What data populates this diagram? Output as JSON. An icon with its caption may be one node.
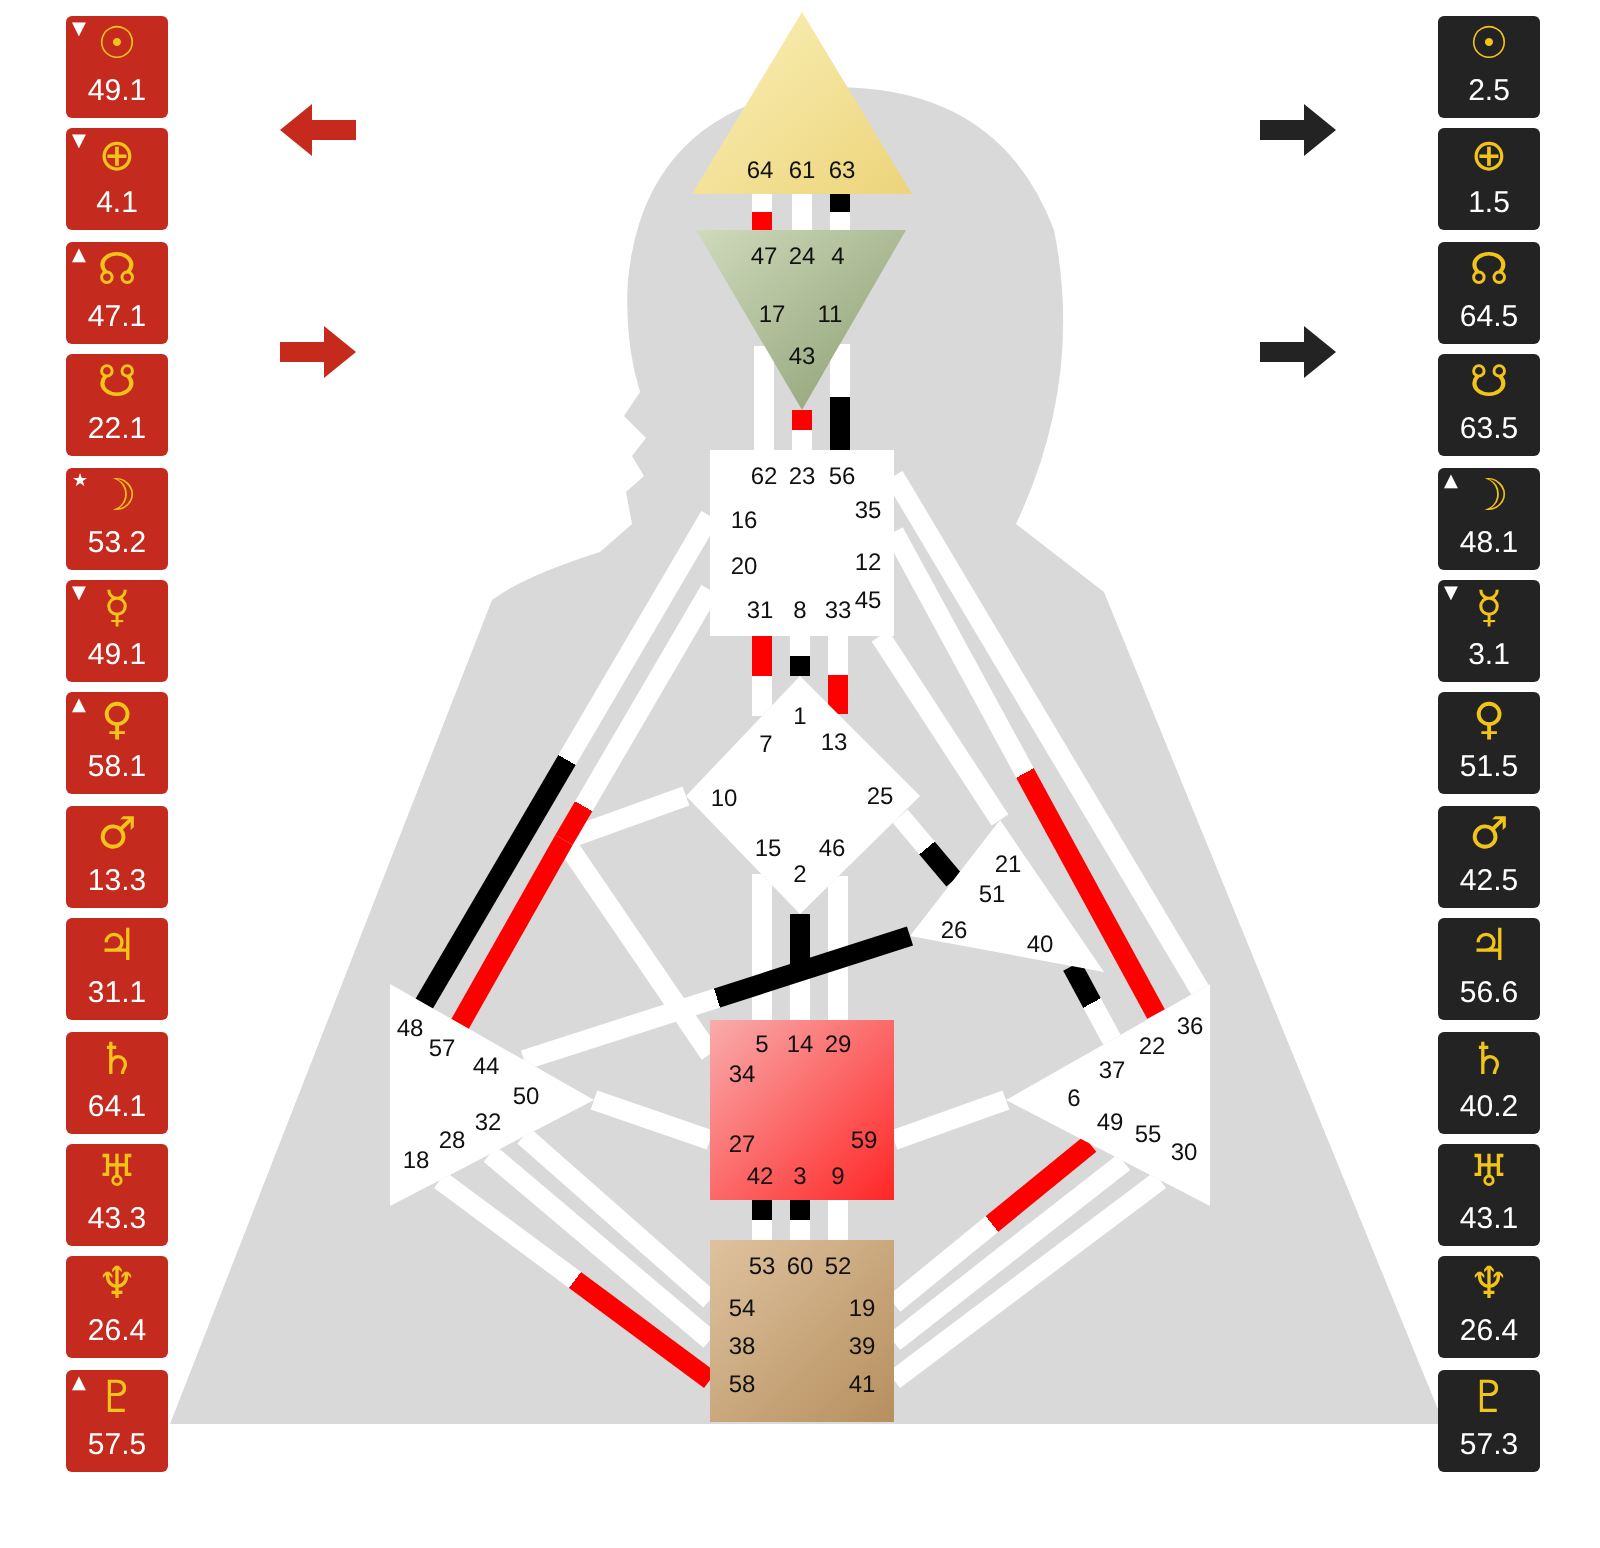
{
  "diagram": {
    "nodes": [
      {
        "text": [
          "▼",
          "☉",
          "49.1"
        ]
      },
      {
        "text": [
          "▼",
          "⊕",
          "4.1"
        ]
      },
      {
        "text": [
          "▲",
          "☊",
          "47.1"
        ]
      },
      {
        "text": [
          "☋",
          "22.1"
        ]
      },
      {
        "text": [
          "★",
          "☽",
          "53.2"
        ]
      },
      {
        "text": [
          "▼",
          "☿",
          "49.1"
        ]
      },
      {
        "text": [
          "▲",
          "♀",
          "58.1"
        ]
      },
      {
        "text": [
          "♂",
          "13.3"
        ]
      },
      {
        "text": [
          "♃",
          "31.1"
        ]
      },
      {
        "text": [
          "♄",
          "64.1"
        ]
      },
      {
        "text": [
          "♅",
          "43.3"
        ]
      },
      {
        "text": [
          "♆",
          "26.4"
        ]
      },
      {
        "text": [
          "▲",
          "♇",
          "57.5"
        ]
      },
      {
        "text": [
          "64",
          "61",
          "63"
        ]
      },
      {
        "text": [
          "47",
          "24",
          "4",
          "17",
          "11",
          "43"
        ]
      },
      {
        "text": [
          "62",
          "23",
          "56",
          "16",
          "35",
          "20",
          "12",
          "45",
          "31",
          "8",
          "33"
        ]
      },
      {
        "text": [
          "1",
          "7",
          "13",
          "10",
          "25",
          "15",
          "46",
          "2"
        ]
      },
      {
        "text": [
          "21",
          "51",
          "26",
          "40"
        ]
      },
      {
        "text": [
          "48",
          "57",
          "44",
          "50",
          "32",
          "28",
          "18"
        ]
      },
      {
        "text": [
          "36",
          "22",
          "37",
          "6",
          "49",
          "55",
          "30"
        ]
      },
      {
        "text": [
          "5",
          "14",
          "29",
          "34",
          "27",
          "59",
          "42",
          "3",
          "9"
        ]
      },
      {
        "text": [
          "53",
          "60",
          "52",
          "54",
          "19",
          "38",
          "39",
          "58",
          "41"
        ]
      },
      {
        "text": [
          "☉",
          "2.5"
        ]
      },
      {
        "text": [
          "⊕",
          "1.5"
        ]
      },
      {
        "text": [
          "☊",
          "64.5"
        ]
      },
      {
        "text": [
          "☋",
          "63.5"
        ]
      },
      {
        "text": [
          "▲",
          "☽",
          "48.1"
        ]
      },
      {
        "text": [
          "▼",
          "☿",
          "3.1"
        ]
      },
      {
        "text": [
          "♀",
          "51.5"
        ]
      },
      {
        "text": [
          "♂",
          "42.5"
        ]
      },
      {
        "text": [
          "♃",
          "56.6"
        ]
      },
      {
        "text": [
          "♄",
          "40.2"
        ]
      },
      {
        "text": [
          "♅",
          "43.1"
        ]
      },
      {
        "text": [
          "♆",
          "26.4"
        ]
      },
      {
        "text": [
          "♇",
          "57.3"
        ]
      }
    ],
    "edges": [
      {
        "from": 14,
        "to": 13,
        "arrow": "none",
        "color": "#ff0000"
      },
      {
        "from": 13,
        "to": 14,
        "arrow": "none"
      },
      {
        "from": 13,
        "to": 14,
        "arrow": "none",
        "color": "#000000"
      },
      {
        "from": 14,
        "to": 15,
        "arrow": "none"
      },
      {
        "from": 14,
        "to": 15,
        "arrow": "none",
        "color": "#ff0000"
      },
      {
        "from": 15,
        "to": 14,
        "arrow": "none",
        "color": "#000000"
      },
      {
        "from": 18,
        "to": 15,
        "arrow": "none",
        "color": "#000000"
      },
      {
        "from": 18,
        "to": 15,
        "arrow": "none",
        "color": "#ff0000"
      },
      {
        "from": 15,
        "to": 20,
        "arrow": "none"
      },
      {
        "from": 15,
        "to": 16,
        "arrow": "none"
      },
      {
        "from": 15,
        "to": 16,
        "arrow": "none",
        "color": "#ff0000"
      },
      {
        "from": 16,
        "to": 15,
        "arrow": "none",
        "color": "#000000"
      },
      {
        "from": 16,
        "to": 15,
        "arrow": "none",
        "color": "#ff0000"
      },
      {
        "from": 15,
        "to": 17,
        "arrow": "none"
      },
      {
        "from": 15,
        "to": 19,
        "arrow": "none"
      },
      {
        "from": 19,
        "to": 15,
        "arrow": "none",
        "color": "#ff0000"
      },
      {
        "from": 16,
        "to": 18,
        "arrow": "none"
      },
      {
        "from": 16,
        "to": 20,
        "arrow": "none"
      },
      {
        "from": 17,
        "to": 16,
        "arrow": "none",
        "color": "#000000"
      },
      {
        "from": 16,
        "to": 20,
        "arrow": "none"
      },
      {
        "from": 16,
        "to": 20,
        "arrow": "none",
        "color": "#000000"
      },
      {
        "from": 16,
        "to": 20,
        "arrow": "none"
      },
      {
        "from": 17,
        "to": 18,
        "arrow": "none",
        "color": "#000000"
      },
      {
        "from": 17,
        "to": 19,
        "arrow": "none",
        "color": "#000000"
      },
      {
        "from": 20,
        "to": 18,
        "arrow": "none"
      },
      {
        "from": 20,
        "to": 18,
        "arrow": "none"
      },
      {
        "from": 20,
        "to": 19,
        "arrow": "none"
      },
      {
        "from": 20,
        "to": 21,
        "arrow": "none",
        "color": "#000000"
      },
      {
        "from": 20,
        "to": 21,
        "arrow": "none",
        "color": "#000000"
      },
      {
        "from": 20,
        "to": 21,
        "arrow": "none"
      },
      {
        "from": 21,
        "to": 18,
        "arrow": "none",
        "color": "#ff0000"
      },
      {
        "from": 21,
        "to": 18,
        "arrow": "none"
      },
      {
        "from": 21,
        "to": 18,
        "arrow": "none"
      },
      {
        "from": 19,
        "to": 21,
        "arrow": "none",
        "color": "#ff0000"
      },
      {
        "from": 21,
        "to": 19,
        "arrow": "none"
      },
      {
        "from": 21,
        "to": 19,
        "arrow": "none"
      }
    ]
  }
}
